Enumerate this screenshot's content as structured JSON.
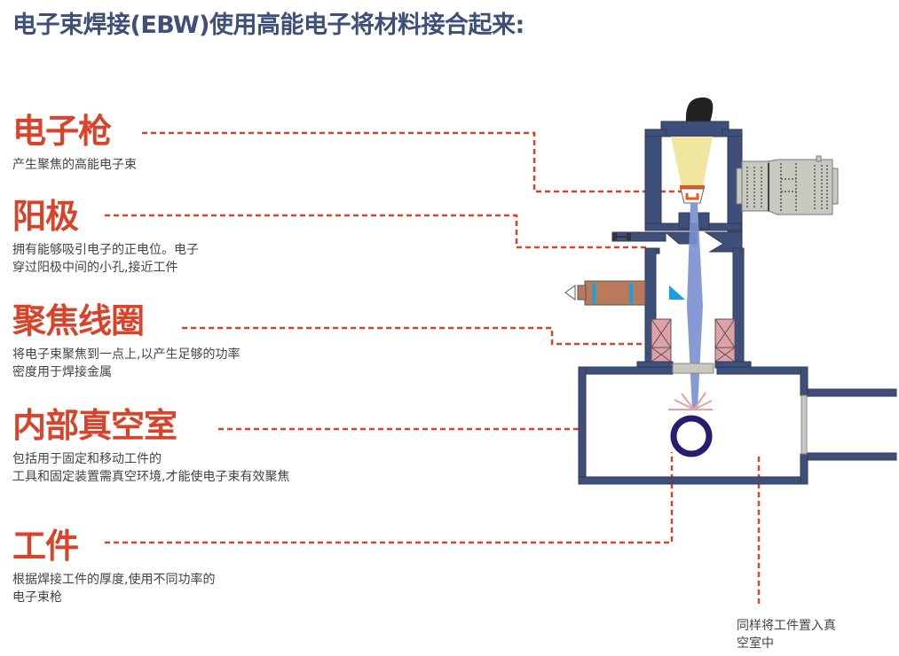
{
  "title": "电子束焊接(EBW)使用高能电子将材料接合起来:",
  "colors": {
    "title": "#3d4f7a",
    "heading": "#d9432a",
    "chamber": "#3d4f7a",
    "cathode": "#f0e6a0",
    "beam": "#7b8fd0",
    "coil": "#e0a0a8",
    "workpiece": "#2a1a70",
    "motor": "#c8c8c0",
    "viewport": "#b87a5a"
  },
  "labels": [
    {
      "heading": "电子枪",
      "desc": [
        "产生聚焦的高能电子束"
      ]
    },
    {
      "heading": "阳极",
      "desc": [
        "拥有能够吸引电子的正电位。电子",
        "穿过阳极中间的小孔,接近工件"
      ]
    },
    {
      "heading": "聚焦线圈",
      "desc": [
        "将电子束聚焦到一点上,以产生足够的功率",
        "密度用于焊接金属"
      ]
    },
    {
      "heading": "内部真空室",
      "desc": [
        "包括用于固定和移动工件的",
        "工具和固定装置需真空环境,才能使电子束有效聚焦"
      ]
    },
    {
      "heading": "工件",
      "desc": [
        "根据焊接工件的厚度,使用不同功率的",
        "电子束枪"
      ]
    }
  ],
  "note": [
    "同样将工件置入真",
    "空室中"
  ]
}
